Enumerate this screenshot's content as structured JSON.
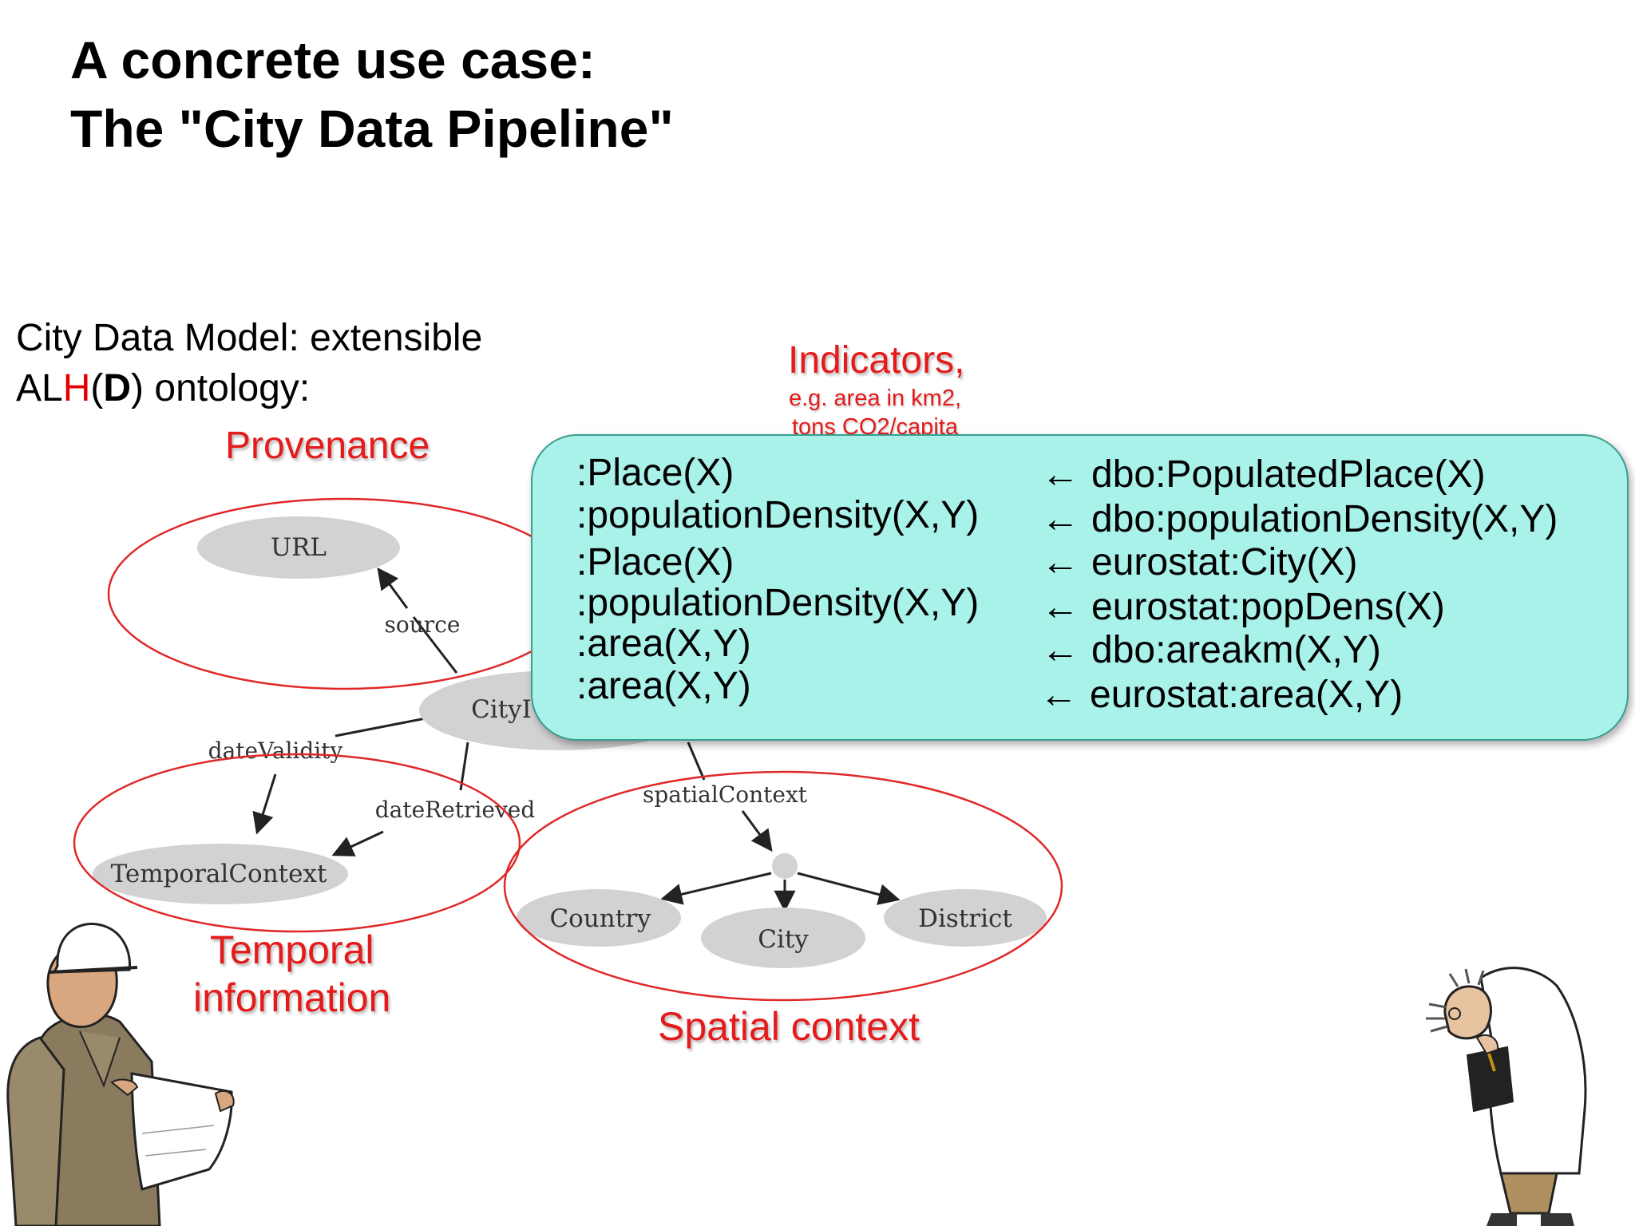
{
  "title": {
    "line1": "A concrete use case:",
    "line2": "The \"City Data Pipeline\""
  },
  "intro": {
    "line1": "City Data Model: extensible",
    "line2_prefix": "AL",
    "line2_h": "H",
    "line2_paren_open": "(",
    "line2_d": "D",
    "line2_suffix": ") ontology:"
  },
  "labels": {
    "provenance": "Provenance",
    "indicators": "Indicators,",
    "indicators_eg_1": "e.g. area in km2,",
    "indicators_eg_2": "tons CO2/capita",
    "temporal_1": "Temporal",
    "temporal_2": "information",
    "spatial": "Spatial context"
  },
  "diagram": {
    "nodes": {
      "url": "URL",
      "city": "CityI",
      "temporal_context": "TemporalContext",
      "country": "Country",
      "city_leaf": "City",
      "district": "District"
    },
    "edges": {
      "source": "source",
      "date_validity": "dateValidity",
      "date_retrieved": "dateRetrieved",
      "spatial_context": "spatialContext"
    }
  },
  "callout": {
    "arrow": "←",
    "rules": [
      {
        "head": ":Place(X)",
        "body": "dbo:PopulatedPlace(X)"
      },
      {
        "head": ":populationDensity(X,Y)",
        "body": "dbo:populationDensity(X,Y)"
      },
      {
        "head": ":Place(X)",
        "body": "eurostat:City(X)"
      },
      {
        "head": ":populationDensity(X,Y)",
        "body": "eurostat:popDens(X)"
      },
      {
        "head": ":area(X,Y)",
        "body": "dbo:areakm(X,Y)"
      },
      {
        "head": ":area(X,Y)",
        "body": "eurostat:area(X,Y)"
      }
    ]
  },
  "colors": {
    "red_accent": "#e51b1b",
    "callout_fill": "#a9f2ea",
    "callout_border": "#3a9d90",
    "node_fill": "#d2d2d2"
  },
  "illustrations": {
    "left": "engineer-with-blueprint-icon",
    "right": "scientist-with-clipboard-icon"
  }
}
